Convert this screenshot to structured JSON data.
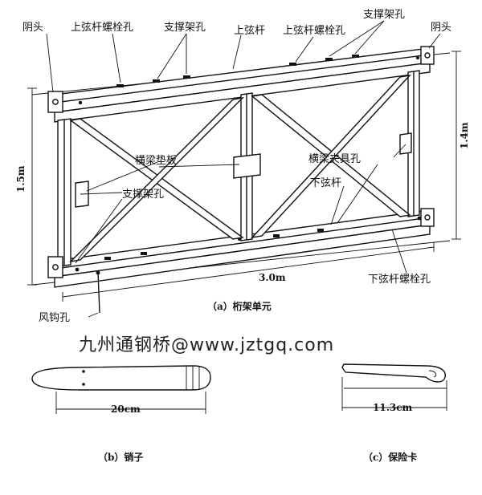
{
  "labels": {
    "female_end_left": "阴头",
    "upper_chord_bolt_hole_left": "上弦杆螺栓孔",
    "brace_hole_top_left": "支撑架孔",
    "upper_chord": "上弦杆",
    "upper_chord_bolt_hole_right": "上弦杆螺栓孔",
    "brace_hole_top_right": "支撑架孔",
    "female_end_right": "阴头",
    "transom_pad": "横梁垫板",
    "transom_clamp_hole": "横梁夹具孔",
    "brace_hole_mid": "支撑架孔",
    "lower_chord": "下弦杆",
    "lower_chord_bolt_hole": "下弦杆螺栓孔",
    "wind_hook_hole": "风钩孔"
  },
  "dimensions": {
    "height_total": "1.5m",
    "height_right": "1.4m",
    "length": "3.0m",
    "pin_length": "20cm",
    "clip_length": "11.3cm"
  },
  "captions": {
    "a": "（a）桁架单元",
    "b": "（b）销子",
    "c": "（c）保险卡"
  },
  "watermark": "九州通钢桥@www.jztgq.com"
}
